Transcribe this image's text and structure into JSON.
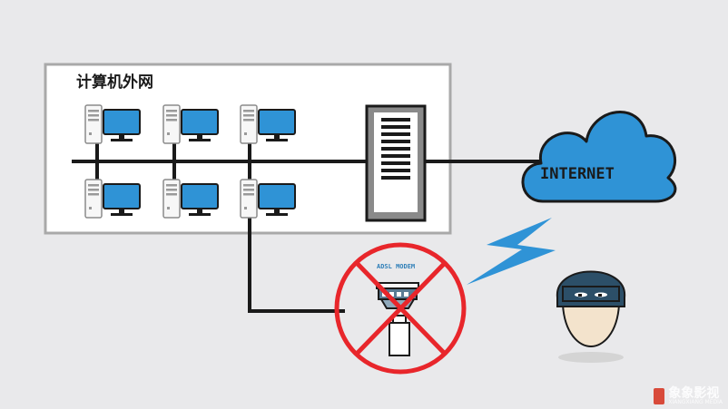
{
  "lan": {
    "title": "计算机外网"
  },
  "internet": {
    "label": "INTERNET"
  },
  "modem": {
    "label": "ADSL MODEM"
  },
  "watermark": {
    "main": "象象影视",
    "sub": "XIANGXIANG MEDIA"
  },
  "colors": {
    "background": "#e9e9eb",
    "panel": "#ffffff",
    "panel_border": "#a9a9a9",
    "cable": "#1a1a1a",
    "monitor": "#2f93d6",
    "cloud": "#2f93d6",
    "lightning": "#2f93d6",
    "prohibit": "#e8262b",
    "hacker_mask": "#2c4f68",
    "hacker_face": "#f3e3cc"
  },
  "icons": {
    "computer": "desktop-computer-icon",
    "server": "server-icon",
    "cloud": "cloud-icon",
    "lightning": "lightning-bolt-icon",
    "modem": "adsl-modem-icon",
    "usb": "usb-stick-icon",
    "prohibit": "prohibited-icon",
    "hacker": "hacker-icon"
  }
}
